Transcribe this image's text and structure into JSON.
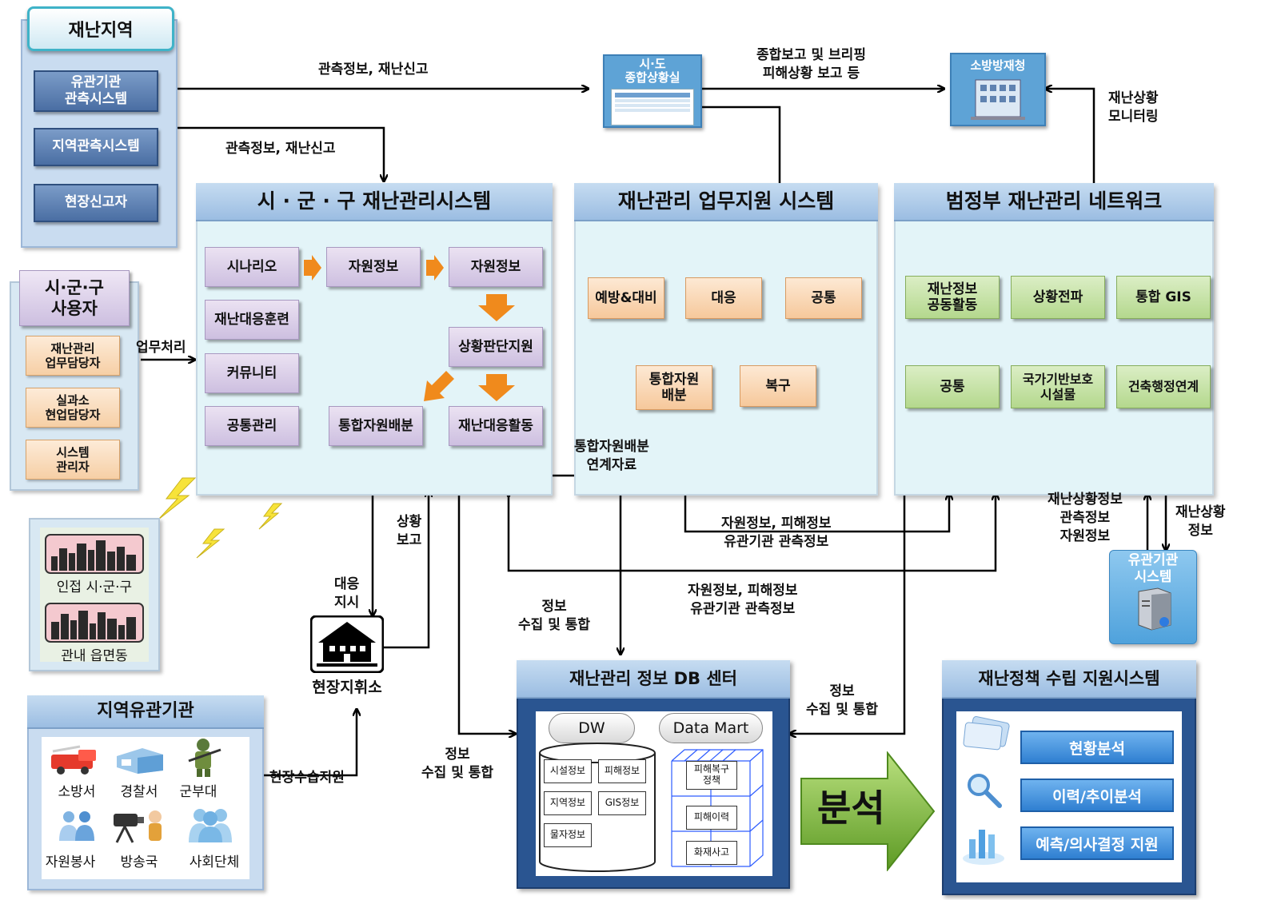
{
  "disaster_area": {
    "title": "재난지역",
    "items": [
      "유관기관\n관측시스템",
      "지역관측시스템",
      "현장신고자"
    ]
  },
  "users": {
    "title": "시·군·구\n사용자",
    "items": [
      "재난관리\n업무담당자",
      "실과소\n현업담당자",
      "시스템\n관리자"
    ]
  },
  "nearby": {
    "items": [
      "인접 시·군·구",
      "관내 읍면동"
    ]
  },
  "local_agencies": {
    "title": "지역유관기관",
    "items": [
      "소방서",
      "경찰서",
      "군부대",
      "자원봉사",
      "방송국",
      "사회단체"
    ]
  },
  "sgg_system": {
    "title": "시 · 군 · 구 재난관리시스템",
    "items": {
      "scenario": "시나리오",
      "resource_info_1": "자원정보",
      "resource_info_2": "자원정보",
      "training": "재난대응훈련",
      "situation_support": "상황판단지원",
      "community": "커뮤니티",
      "common_mgmt": "공통관리",
      "integrated_dist": "통합자원배분",
      "response_activity": "재난대응활동"
    }
  },
  "support_system": {
    "title": "재난관리 업무지원 시스템",
    "items": {
      "prevention": "예방&대비",
      "response": "대응",
      "common": "공통",
      "integrated_dist": "통합자원\n배분",
      "recovery": "복구"
    }
  },
  "network": {
    "title": "범정부 재난관리 네트워크",
    "items": [
      "재난정보\n공동활동",
      "상황전파",
      "통합 GIS",
      "공통",
      "국가기반보호\n시설물",
      "건축행정연계"
    ]
  },
  "sido": {
    "title": "시·도\n종합상황실"
  },
  "nema": {
    "title": "소방방재청"
  },
  "agency_system": {
    "title": "유관기관\n시스템"
  },
  "field_hq": {
    "title": "현장지휘소"
  },
  "db_center": {
    "title": "재난관리 정보 DB 센터",
    "dw": "DW",
    "datamart": "Data Mart",
    "dw_items": [
      "시설정보",
      "피해정보",
      "지역정보",
      "GIS정보",
      "물자정보"
    ],
    "mart_items": [
      "피해복구\n정책",
      "피해이력",
      "화재사고"
    ]
  },
  "analysis": {
    "label": "분석"
  },
  "policy_system": {
    "title": "재난정책 수립 지원시스템",
    "items": [
      "현황분석",
      "이력/추이분석",
      "예측/의사결정 지원"
    ]
  },
  "labels": {
    "obs_report_1": "관측정보, 재난신고",
    "obs_report_2": "관측정보, 재난신고",
    "briefing": "종합보고 및 브리핑\n피해상황 보고 등",
    "monitoring": "재난상황\n모니터링",
    "work_processing": "업무처리",
    "dist_link": "통합자원배분\n연계자료",
    "status_report": "상황\n보고",
    "response_order": "대응\n지시",
    "resource_damage_1": "자원정보, 피해정보\n유관기관 관측정보",
    "resource_damage_2": "자원정보, 피해정보\n유관기관 관측정보",
    "disaster_info": "재난상황정보\n관측정보\n자원정보",
    "disaster_status": "재난상황\n정보",
    "collect_1": "정보\n수집 및 통합",
    "collect_2": "정보\n수집 및 통합",
    "collect_3": "정보\n수집 및 통합",
    "field_support": "현장수습지원"
  },
  "colors": {
    "panel_bg": "#e3f4f8",
    "header_blue": "#9bbde2",
    "purple_box": "#cdbfe0",
    "orange_box": "#f6c89b",
    "green_box": "#b4d88d",
    "dark_blue": "#2a5591",
    "analysis_green": "#6ea52e"
  }
}
